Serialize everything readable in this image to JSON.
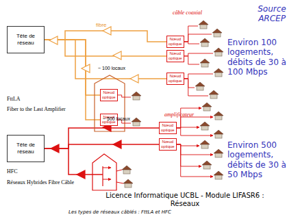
{
  "diagram": {
    "caption": "Les types de réseaux câblés : FttLA et HFC",
    "nodes": [
      {
        "text": [
          "Tête de réseau"
        ]
      },
      {
        "text": [
          "Nœud optique"
        ]
      },
      {
        "text": [
          "Nœud optique"
        ]
      },
      {
        "text": [
          "Nœud optique"
        ]
      },
      {
        "text": [
          "Nœud optique"
        ]
      },
      {
        "text": [
          "Nœud optique"
        ]
      },
      {
        "text": [
          "Tête de réseau"
        ]
      },
      {
        "text": [
          "Nœud optique"
        ]
      },
      {
        "text": [
          "Nœud optique"
        ]
      }
    ],
    "edges": [
      {
        "from": 0,
        "to": 1,
        "arrow": "none"
      },
      {
        "from": 0,
        "to": 2,
        "arrow": "none"
      },
      {
        "from": 0,
        "to": 3,
        "arrow": "none"
      },
      {
        "from": 0,
        "to": 4,
        "arrow": "none"
      },
      {
        "from": 0,
        "to": 5,
        "arrow": "none"
      },
      {
        "from": 6,
        "to": 7,
        "arrow": "none"
      },
      {
        "from": 6,
        "to": 8,
        "arrow": "none"
      }
    ],
    "labels": [
      "Source ARCEP",
      "câble coaxial",
      "fibre",
      "~ 100 locaux",
      "FttLA",
      "Fiber to the Last Amplifier",
      "Environ 100 logements, débits de 30 à 100 Mbps",
      "~ 500 locaux",
      "amplificateur",
      "HFC",
      "Réseaux Hybrides Fibre Câble",
      "Environ 500 logements, débits de 30 à 50 Mbps",
      "Licence Informatique UCBL - Module LIFASR6 : Réseaux"
    ]
  }
}
